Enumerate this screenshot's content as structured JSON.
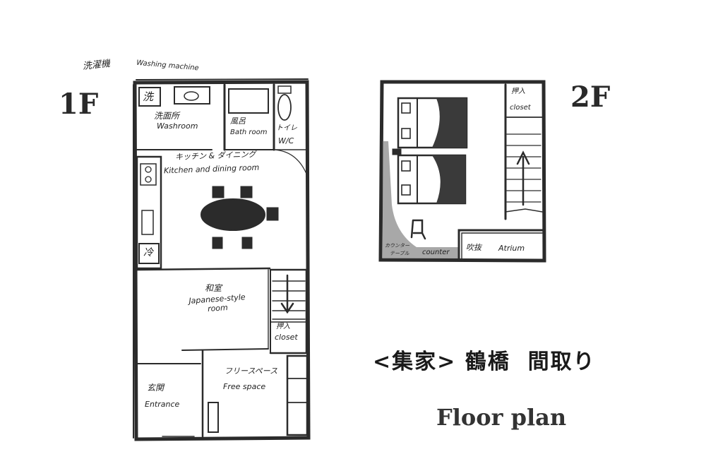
{
  "floor1": {
    "heading": "1F",
    "washer_jp": "洗濯機",
    "washer_en": "Washing machine",
    "washer_mark": "洗",
    "fridge_mark": "冷",
    "washroom_jp": "洗面所",
    "washroom_en": "Washroom",
    "bath_jp": "風呂",
    "bath_en": "Bath room",
    "toilet_jp": "トイレ",
    "toilet_en": "W/C",
    "kitchen_jp": "キッチン & ダイニング",
    "kitchen_en": "Kitchen and dining room",
    "japanese_jp": "和室",
    "japanese_en": "Japanese-style room",
    "closet_jp": "押入",
    "closet_en": "closet",
    "freespace_jp": "フリースペース",
    "freespace_en": "Free space",
    "entrance_jp": "玄関",
    "entrance_en": "Entrance"
  },
  "floor2": {
    "heading": "2F",
    "closet_jp": "押入",
    "closet_en": "closet",
    "counter_jp": "カウンター",
    "counter_jp2": "テーブル",
    "counter_en": "counter",
    "atrium_jp": "吹抜",
    "atrium_en": "Atrium"
  },
  "caption": {
    "title_jp": "<集家> 鶴橋  間取り",
    "title_en": "Floor plan"
  }
}
